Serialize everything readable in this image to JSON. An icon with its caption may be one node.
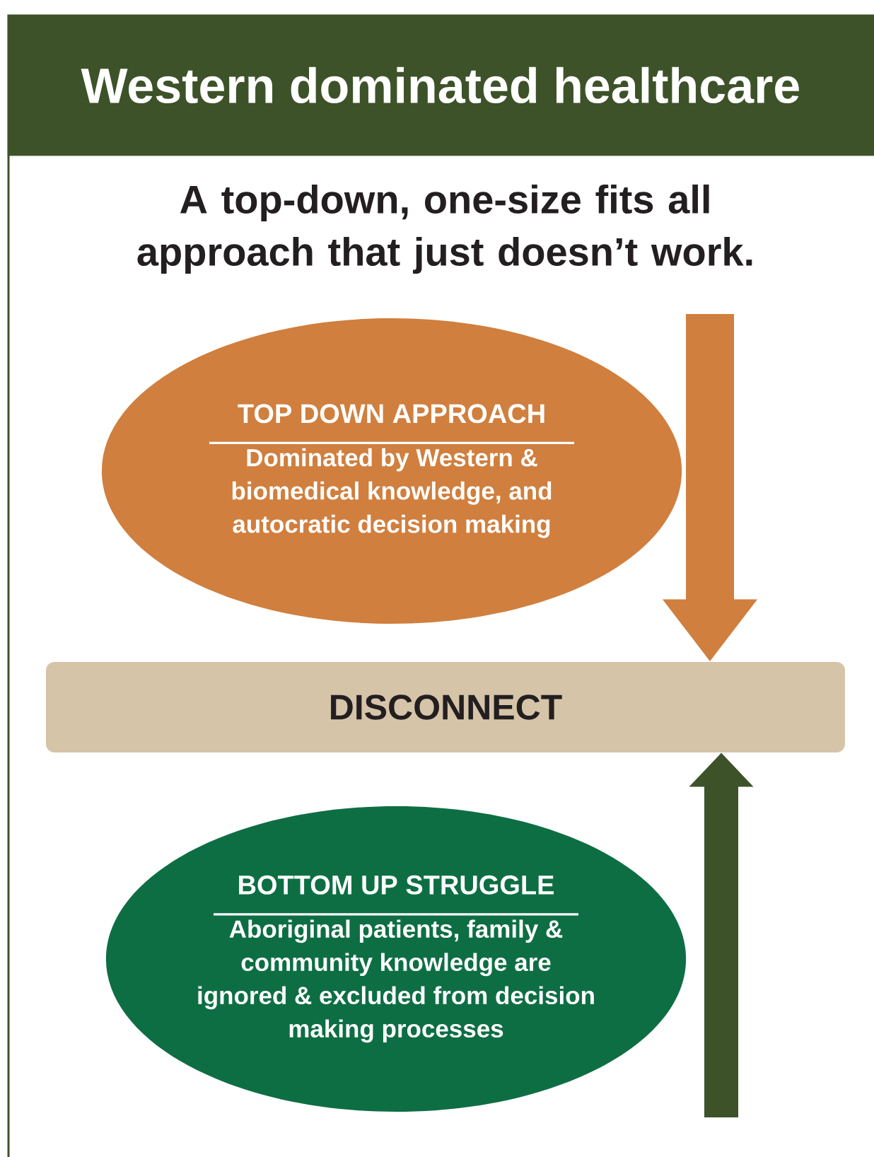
{
  "diagram": {
    "title": "Western dominated healthcare",
    "nodes": [
      {
        "text": [
          "TOP DOWN APPROACH",
          "Dominated by Western & biomedical knowledge, and autocratic decision making"
        ]
      },
      {
        "text": [
          "DISCONNECT"
        ]
      },
      {
        "text": [
          "BOTTOM UP STRUGGLE",
          "Aboriginal patients, family & community knowledge are ignored & excluded from decision making processes"
        ]
      }
    ],
    "edges": [
      {
        "from": null,
        "to": 1,
        "arrow": "to",
        "color": "#d07f3e"
      },
      {
        "from": null,
        "to": 1,
        "arrow": "to",
        "color": "#3d5229"
      }
    ],
    "labels": [
      "A top-down, one-size fits all approach that just doesn’t work."
    ]
  }
}
